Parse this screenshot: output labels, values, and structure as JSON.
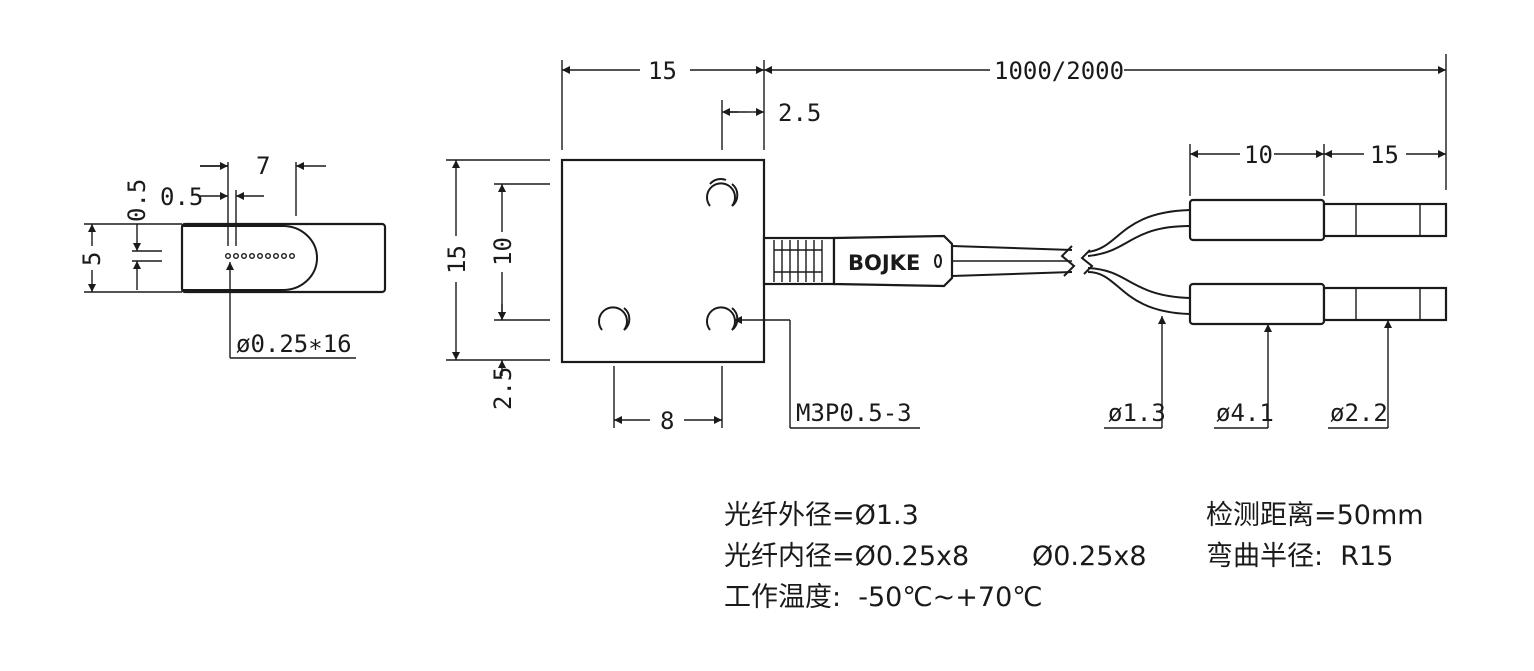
{
  "dimensions": {
    "tip_width_7": "7",
    "tip_gap_0_5_h": "0.5",
    "tip_gap_0_5_v": "0.5",
    "tip_height_5": "5",
    "fiber_array": "ø0.25∗16",
    "block_width_15": "15",
    "cable_length": "1000/2000",
    "hole_offset_2_5": "2.5",
    "block_height_15": "15",
    "hole_pitch_10": "10",
    "bottom_offset_2_5": "2.5",
    "hole_pitch_8": "8",
    "thread_spec": "M3P0.5-3",
    "sleeve_length_10": "10",
    "pin_length_15": "15",
    "fiber_dia": "ø1.3",
    "sleeve_dia": "ø4.1",
    "pin_dia": "ø2.2"
  },
  "brand": "BOJKE",
  "specs": {
    "outer_diameter": "光纤外径=Ø1.3",
    "inner_diameter_a": "光纤内径=Ø0.25x8",
    "inner_diameter_b": "Ø0.25x8",
    "temperature": "工作温度:  -50℃~+70℃",
    "detect_distance": "检测距离=50mm",
    "bend_radius": "弯曲半径:  R15"
  }
}
